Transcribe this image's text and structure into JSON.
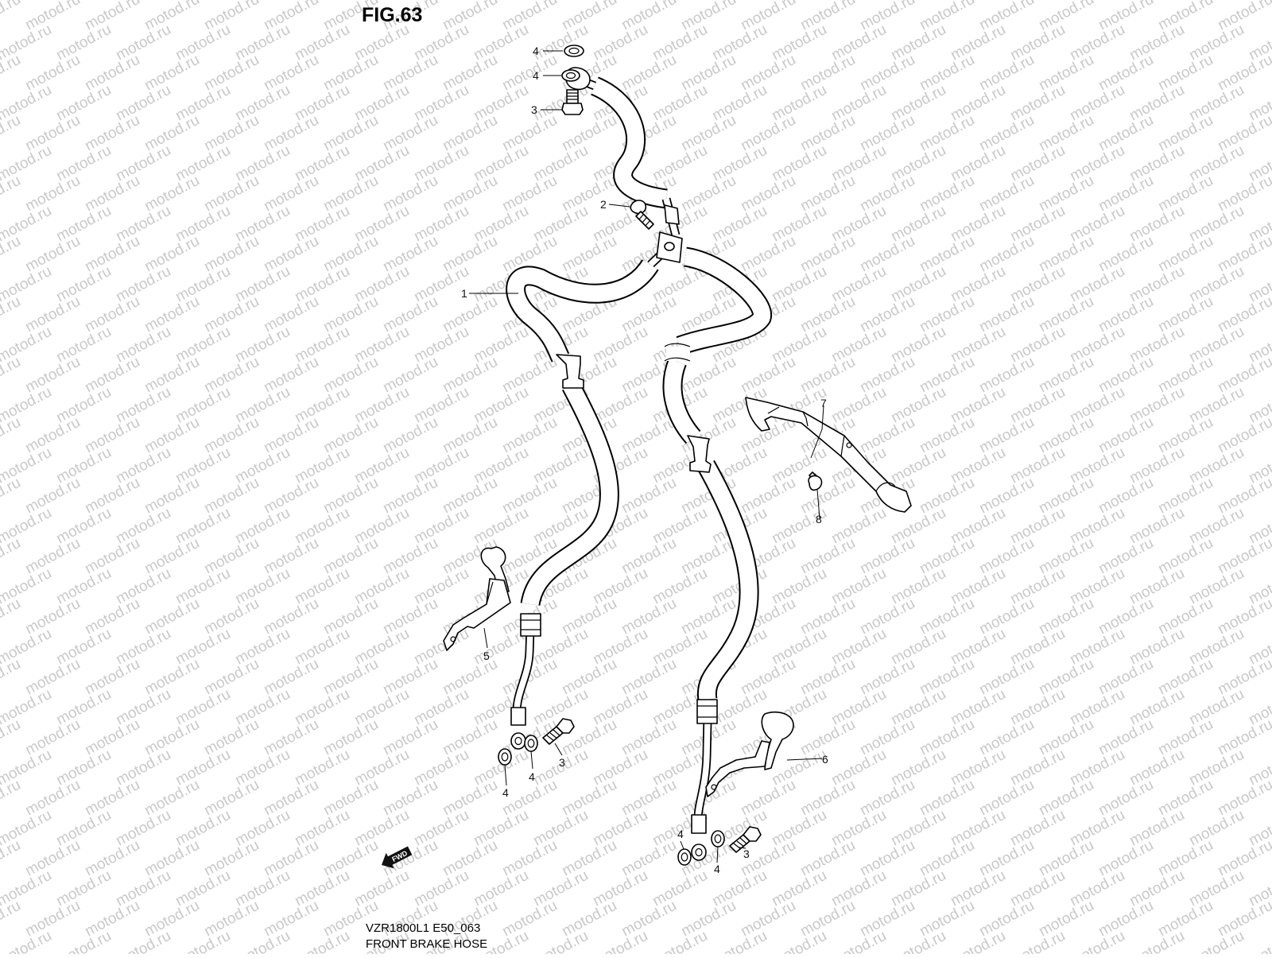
{
  "figure": {
    "title": "FIG.63",
    "model_code": "VZR1800L1 E50_063",
    "caption": "FRONT BRAKE HOSE",
    "fwd_label": "FWD",
    "watermark": "motod.ru"
  },
  "callouts": [
    {
      "id": "c-4a",
      "label": "4",
      "part": "washer"
    },
    {
      "id": "c-4b",
      "label": "4",
      "part": "washer"
    },
    {
      "id": "c-3a",
      "label": "3",
      "part": "union bolt"
    },
    {
      "id": "c-2",
      "label": "2",
      "part": "bolt"
    },
    {
      "id": "c-1",
      "label": "1",
      "part": "front brake hose"
    },
    {
      "id": "c-7",
      "label": "7",
      "part": "hose guide"
    },
    {
      "id": "c-8",
      "label": "8",
      "part": "bolt"
    },
    {
      "id": "c-5",
      "label": "5",
      "part": "hose clamp"
    },
    {
      "id": "c-4c",
      "label": "4",
      "part": "washer"
    },
    {
      "id": "c-4d",
      "label": "4",
      "part": "washer"
    },
    {
      "id": "c-3b",
      "label": "3",
      "part": "union bolt"
    },
    {
      "id": "c-6",
      "label": "6",
      "part": "hose clamp"
    },
    {
      "id": "c-4e",
      "label": "4",
      "part": "washer"
    },
    {
      "id": "c-4f",
      "label": "4",
      "part": "washer"
    },
    {
      "id": "c-3c",
      "label": "3",
      "part": "union bolt"
    }
  ],
  "colors": {
    "ink": "#000000",
    "background": "#ffffff",
    "watermark": "#c9c9c9"
  }
}
